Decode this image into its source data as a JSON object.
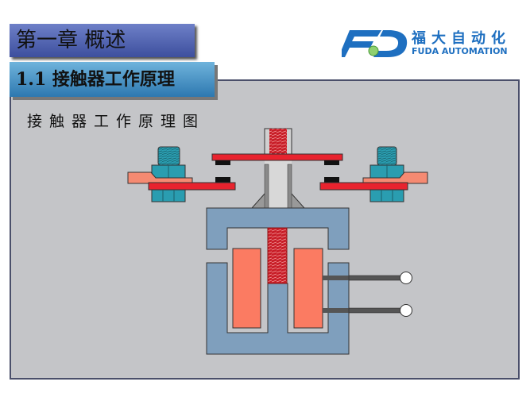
{
  "header": {
    "chapter_title": "第一章 概述",
    "section_title": "1.1 接触器工作原理"
  },
  "logo": {
    "name_cn": "福大自动化",
    "name_en": "FUDA AUTOMATION"
  },
  "diagram": {
    "caption": "接触器工作原理图",
    "colors": {
      "core": "#7f9fbd",
      "coil": "#fb7b62",
      "contact_bar": "#e8232e",
      "terminal": "#f58a72",
      "nut": "#2a9db0",
      "spring": "#c81e28",
      "background": "#c4c5c8"
    }
  }
}
